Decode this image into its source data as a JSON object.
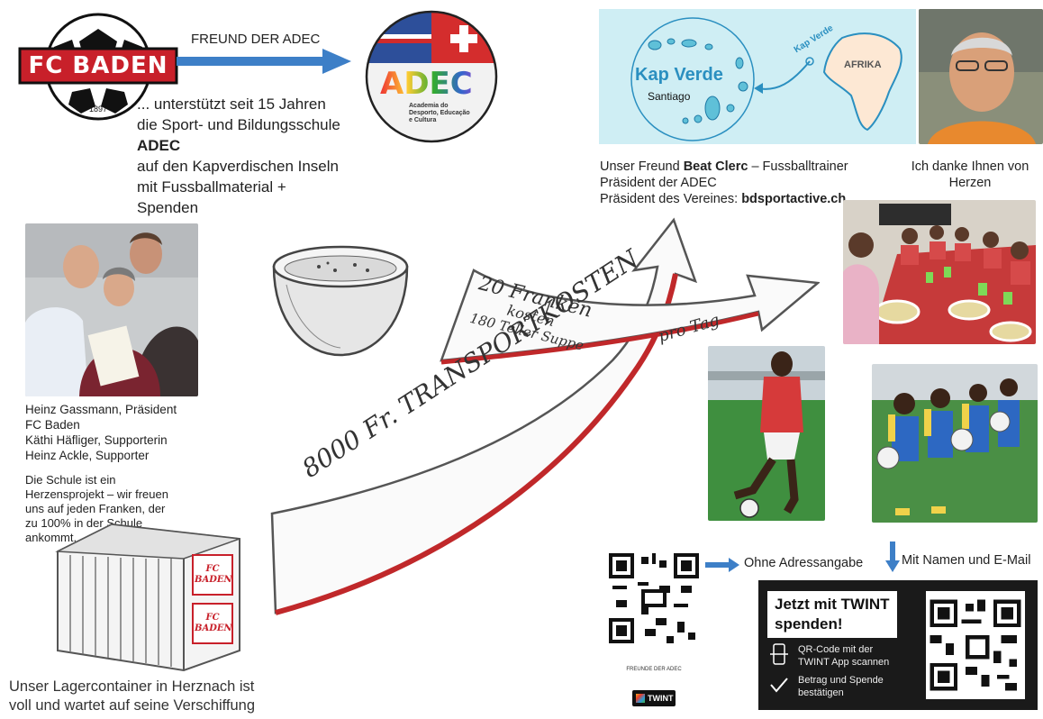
{
  "logos": {
    "fc_baden_text": "FC BADEN",
    "fc_baden_year": "1897",
    "adec_text": "ADEC",
    "adec_sub": "Academia do Desporto, Educação e Cultura"
  },
  "header": {
    "friend_label": "FREUND DER ADEC",
    "support_line1": "... unterstützt seit 15 Jahren",
    "support_line2": "die Sport- und Bildungsschule",
    "support_line3": "ADEC",
    "support_line4": "auf den Kapverdischen Inseln",
    "support_line5": "mit Fussballmaterial +",
    "support_line6": "Spenden"
  },
  "map": {
    "title": "Kap Verde",
    "island": "Santiago",
    "africa": "AFRIKA",
    "arrow_label": "Kap Verde"
  },
  "beat": {
    "line1_pre": "Unser Freund ",
    "line1_name": "Beat Clerc",
    "line1_post": " – Fussballtrainer",
    "line2": "Präsident der ADEC",
    "line3_pre": "Präsident des Vereines: ",
    "line3_site": "bdsportactive.ch",
    "thanks_line1": "Ich danke Ihnen von",
    "thanks_line2": "Herzen"
  },
  "people": {
    "line1": "Heinz Gassmann, Präsident",
    "line2": "FC Baden",
    "line3": "Käthi Häfliger, Supporterin",
    "line4": "Heinz Ackle, Supporter"
  },
  "school_note": {
    "line1": "Die Schule ist ein",
    "line2": "Herzensprojekt – wir freuen",
    "line3": "uns auf jeden Franken, der",
    "line4": "zu 100% in der Schule",
    "line5": "ankommt."
  },
  "container": {
    "caption_line1": "Unser Lagercontainer in Herznach ist",
    "caption_line2": "voll und wartet auf seine Verschiffung",
    "sign_top": "FC BADEN",
    "sign_bottom": "FC BADEN"
  },
  "arrows": {
    "transport": "8000 Fr. TRANSPORTKOSTEN",
    "soup_line1": "20 Franken",
    "soup_line2": "kosten",
    "soup_line3": "180 Teller Suppe",
    "pro_tag": "pro Tag"
  },
  "donation": {
    "no_address": "Ohne Adressangabe",
    "with_name": "Mit Namen und E-Mail",
    "freunde": "FREUNDE DER ADEC",
    "twint_small": "TWINT",
    "twint_title_line1": "Jetzt mit TWINT",
    "twint_title_line2": "spenden!",
    "step1_line1": "QR-Code mit der",
    "step1_line2": "TWINT App scannen",
    "step2_line1": "Betrag und Spende",
    "step2_line2": "bestätigen"
  },
  "colors": {
    "arrow_blue": "#3d7fc7",
    "arrow_red": "#c0282a",
    "fc_red": "#c8202a",
    "map_bg": "#cfeef4",
    "map_blue": "#2a8fc0"
  }
}
